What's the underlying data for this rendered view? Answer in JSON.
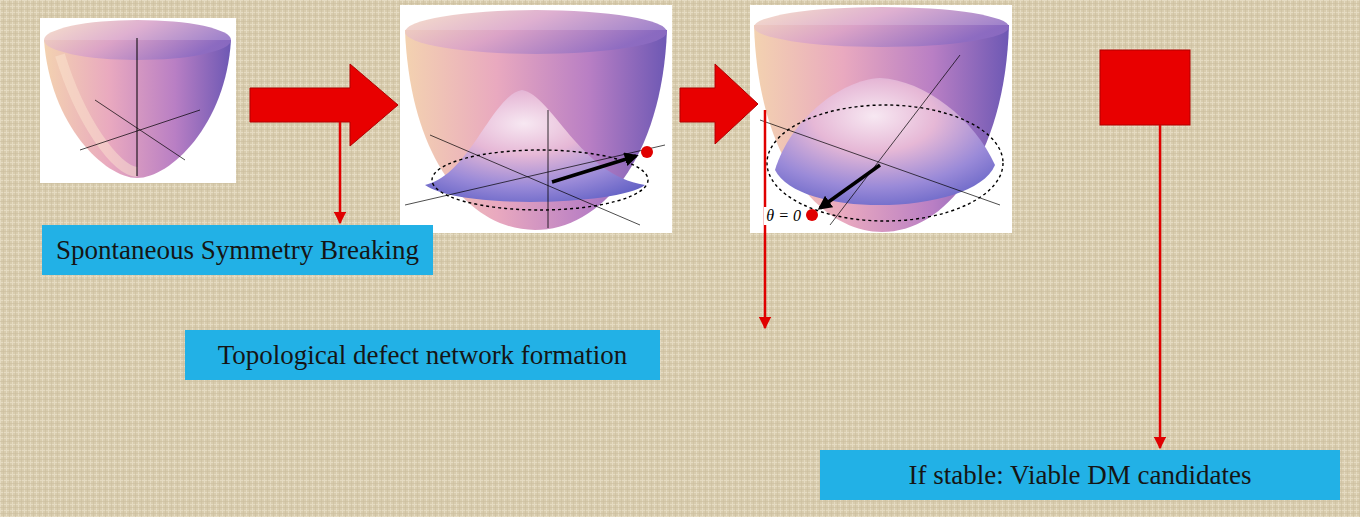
{
  "diagram": {
    "nodes": [
      {
        "text": [
          "Spontaneous Symmetry Breaking"
        ]
      },
      {
        "text": [
          "Topological defect network formation"
        ]
      },
      {
        "text": [
          "If stable: Viable DM candidates"
        ]
      }
    ],
    "labels": [
      "θ = 0"
    ]
  }
}
